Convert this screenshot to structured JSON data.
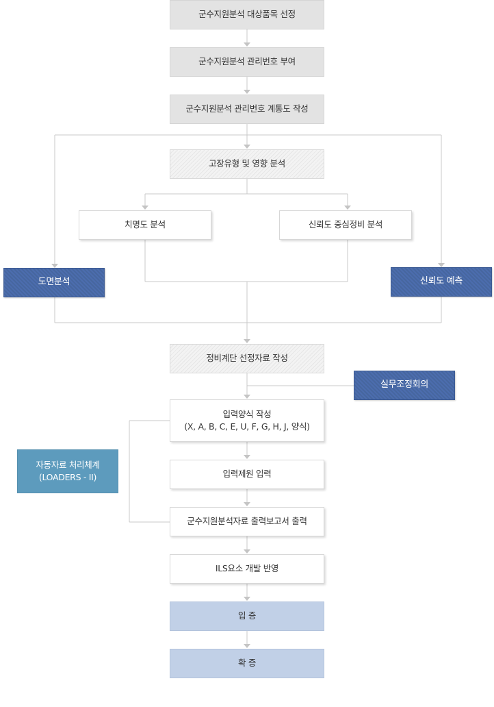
{
  "steps": {
    "s1": "군수지원분석 대상품목 선정",
    "s2": "군수지원분석 관리번호 부여",
    "s3": "군수지원분석 관리번호 계통도 작성",
    "s4": "고장유형 및 영향 분석",
    "s5a": "치명도 분석",
    "s5b": "신뢰도 중심정비 분석",
    "s6": "정비계단 선정자료 작성",
    "s7_line1": "입력양식 작성",
    "s7_line2": "(X, A, B, C, E, U, F, G, H, J, 양식)",
    "s8": "입력제원 입력",
    "s9": "군수지원분석자료 출력보고서 출력",
    "s10": "ILS요소 개발 반영",
    "s11": "입 증",
    "s12": "확 증"
  },
  "side": {
    "left_blue": "도면분석",
    "right_blue": "신뢰도 예측",
    "meeting": "실무조정회의",
    "system_line1": "자동자료 처리체계",
    "system_line2": "(LOADERS - II)"
  },
  "colors": {
    "line": "#c8c8c8",
    "arrow": "#c4c4c4",
    "gray_box": "#e3e3e3",
    "light_blue_box": "#c1d0e7",
    "dark_blue_box": "#4c6dae",
    "teal_box": "#5d9bbd"
  }
}
